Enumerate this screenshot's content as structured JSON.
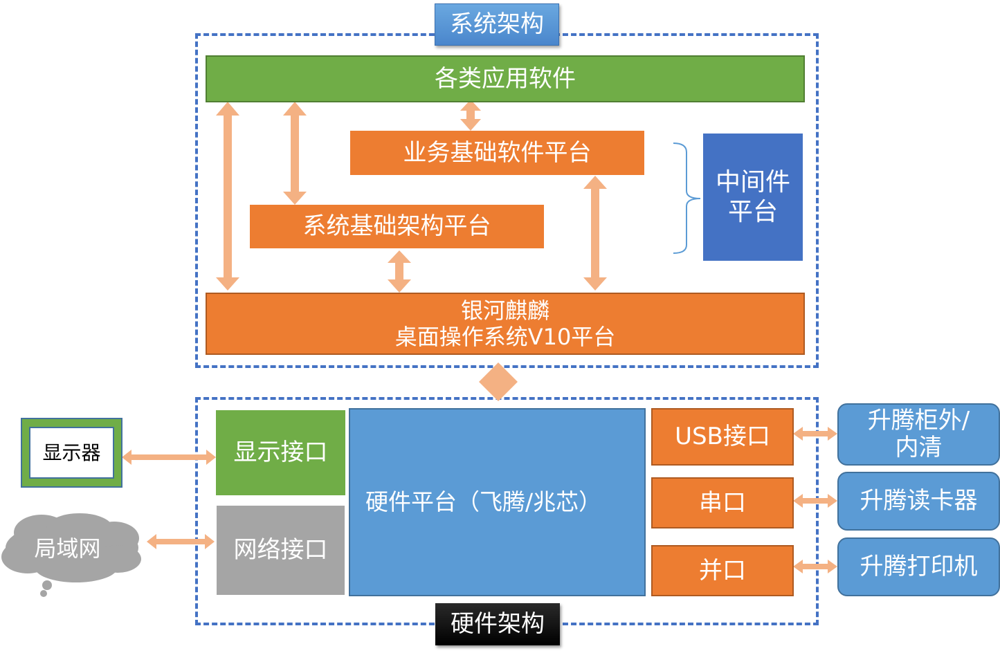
{
  "colors": {
    "dashed_border": "#4472c4",
    "green": "#70ad47",
    "orange": "#ed7d31",
    "dark_blue": "#4472c4",
    "light_blue": "#5b9bd5",
    "gray": "#a5a5a5",
    "arrow": "#f4b183"
  },
  "system": {
    "title": "系统架构",
    "apps": "各类应用软件",
    "business_platform": "业务基础软件平台",
    "system_platform": "系统基础架构平台",
    "middleware_line1": "中间件",
    "middleware_line2": "平台",
    "os_line1": "银河麒麟",
    "os_line2": "桌面操作系统V10平台"
  },
  "hardware": {
    "title": "硬件架构",
    "display_interface": "显示接口",
    "network_interface": "网络接口",
    "platform": "硬件平台（飞腾/兆芯）",
    "ports": [
      "USB接口",
      "串口",
      "并口"
    ]
  },
  "external": {
    "monitor": "显示器",
    "lan": "局域网",
    "devices": [
      {
        "line1": "升腾柜外/",
        "line2": "内清"
      },
      {
        "line1": "升腾读卡器",
        "line2": ""
      },
      {
        "line1": "升腾打印机",
        "line2": ""
      }
    ]
  }
}
